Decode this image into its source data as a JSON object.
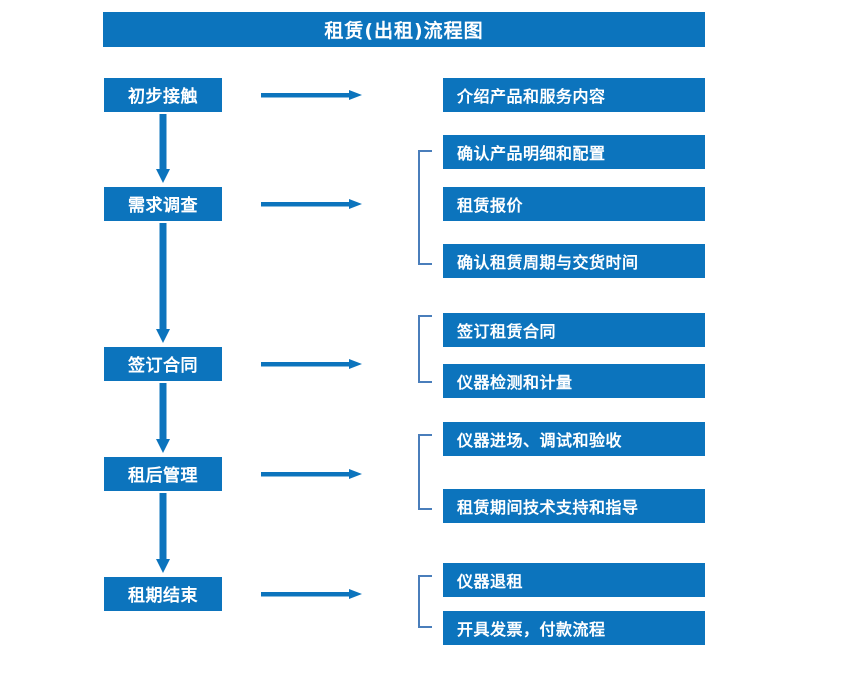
{
  "diagram": {
    "title": "租赁(出租)流程图",
    "colors": {
      "box_fill": "#0c74bd",
      "box_text": "#ffffff",
      "arrow": "#0c74bd",
      "bracket": "#4a7ebb",
      "background": "#ffffff"
    },
    "stages": [
      {
        "label": "初步接触"
      },
      {
        "label": "需求调查"
      },
      {
        "label": "签订合同"
      },
      {
        "label": "租后管理"
      },
      {
        "label": "租期结束"
      }
    ],
    "detail_groups": [
      {
        "stage": "初步接触",
        "bracketed": false,
        "items": [
          "介绍产品和服务内容"
        ]
      },
      {
        "stage": "需求调查",
        "bracketed": true,
        "items": [
          "确认产品明细和配置",
          "租赁报价",
          "确认租赁周期与交货时间"
        ]
      },
      {
        "stage": "签订合同",
        "bracketed": true,
        "items": [
          "签订租赁合同",
          "仪器检测和计量"
        ]
      },
      {
        "stage": "租后管理",
        "bracketed": true,
        "items": [
          "仪器进场、调试和验收",
          "租赁期间技术支持和指导"
        ]
      },
      {
        "stage": "租期结束",
        "bracketed": true,
        "items": [
          "仪器退租",
          "开具发票，付款流程"
        ]
      }
    ],
    "connectors": {
      "horizontal_arrow_name": "right-arrow-icon",
      "vertical_arrow_name": "down-arrow-icon",
      "bracket_name": "group-bracket"
    }
  }
}
